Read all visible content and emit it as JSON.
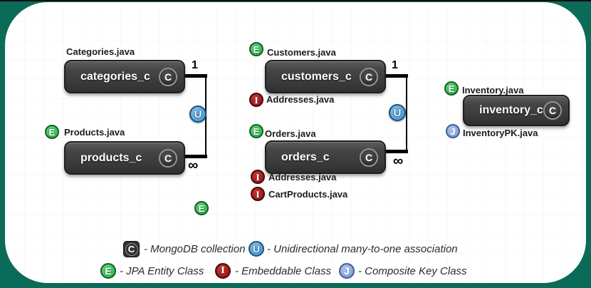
{
  "colors": {
    "page_background": "#0a6b58",
    "panel_background": "#ffffff",
    "top_border": "#0e0e0e",
    "collection_box": "#3d3d3d",
    "entity_green": "#27b244",
    "embeddable_red": "#8c1313",
    "association_blue": "#3f97d2",
    "composite_key_blue": "#7796d0",
    "connector": "#000000"
  },
  "nodes": {
    "categories": {
      "file": "Categories.java",
      "box": "categories_c",
      "badge": "C"
    },
    "products": {
      "icon": "E",
      "file": "Products.java",
      "box": "products_c",
      "badge": "C"
    },
    "customers": {
      "icon": "E",
      "file": "Customers.java",
      "box": "customers_c",
      "badge": "C"
    },
    "customers_addresses": {
      "icon": "I",
      "file": "Addresses.java"
    },
    "orders": {
      "icon": "E",
      "file": "Orders.java",
      "box": "orders_c",
      "badge": "C"
    },
    "orders_addresses": {
      "icon": "I",
      "file": "Addresses.java"
    },
    "orders_cartproducts": {
      "icon": "I",
      "file": "CartProducts.java"
    },
    "inventory": {
      "icon": "E",
      "file": "Inventory.java",
      "box": "inventory_c",
      "badge": "C"
    },
    "inventory_pk": {
      "icon": "J",
      "file": "InventoryPK.java"
    },
    "stray_entity": {
      "icon": "E"
    }
  },
  "associations": {
    "categories_products": {
      "one": "1",
      "many": "∞",
      "icon": "U"
    },
    "customers_orders": {
      "one": "1",
      "many": "∞",
      "icon": "U"
    }
  },
  "legend": {
    "collection": {
      "icon": "C",
      "label": "- MongoDB collection"
    },
    "association": {
      "icon": "U",
      "label": "- Unidirectional many-to-one association"
    },
    "entity": {
      "icon": "E",
      "label": "- JPA Entity Class"
    },
    "embeddable": {
      "icon": "I",
      "label": "- Embeddable Class"
    },
    "composite": {
      "icon": "J",
      "label": "- Composite Key Class"
    }
  }
}
